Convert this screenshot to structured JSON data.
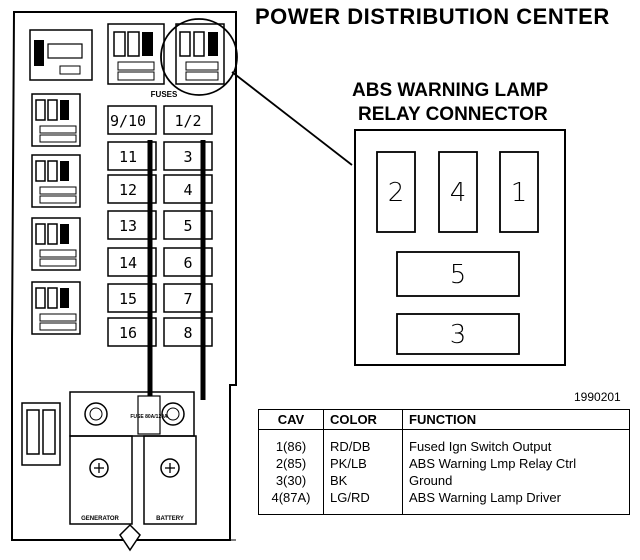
{
  "titles": {
    "pdc": "POWER DISTRIBUTION CENTER",
    "relay_line1": "ABS WARNING LAMP",
    "relay_line2": "RELAY CONNECTOR",
    "fuses_label": "FUSES"
  },
  "fuse_numbers": {
    "left": [
      "9/10",
      "11",
      "12",
      "13",
      "14",
      "15",
      "16"
    ],
    "right": [
      "1/2",
      "3",
      "4",
      "5",
      "6",
      "7",
      "8"
    ]
  },
  "relay_cavities": [
    "2",
    "4",
    "1",
    "5",
    "3"
  ],
  "terminals": {
    "generator": "GENERATOR",
    "battery": "BATTERY",
    "fuse_label": "FUSE 80A/120A"
  },
  "ref_code": "1990201",
  "table": {
    "headers": [
      "CAV",
      "COLOR",
      "FUNCTION"
    ],
    "rows": [
      {
        "cav": "1(86)",
        "color": "RD/DB",
        "function": "Fused Ign Switch Output"
      },
      {
        "cav": "2(85)",
        "color": "PK/LB",
        "function": "ABS Warning Lmp Relay Ctrl"
      },
      {
        "cav": "3(30)",
        "color": "BK",
        "function": "Ground"
      },
      {
        "cav": "4(87A)",
        "color": "LG/RD",
        "function": "ABS Warning Lamp Driver"
      }
    ]
  }
}
